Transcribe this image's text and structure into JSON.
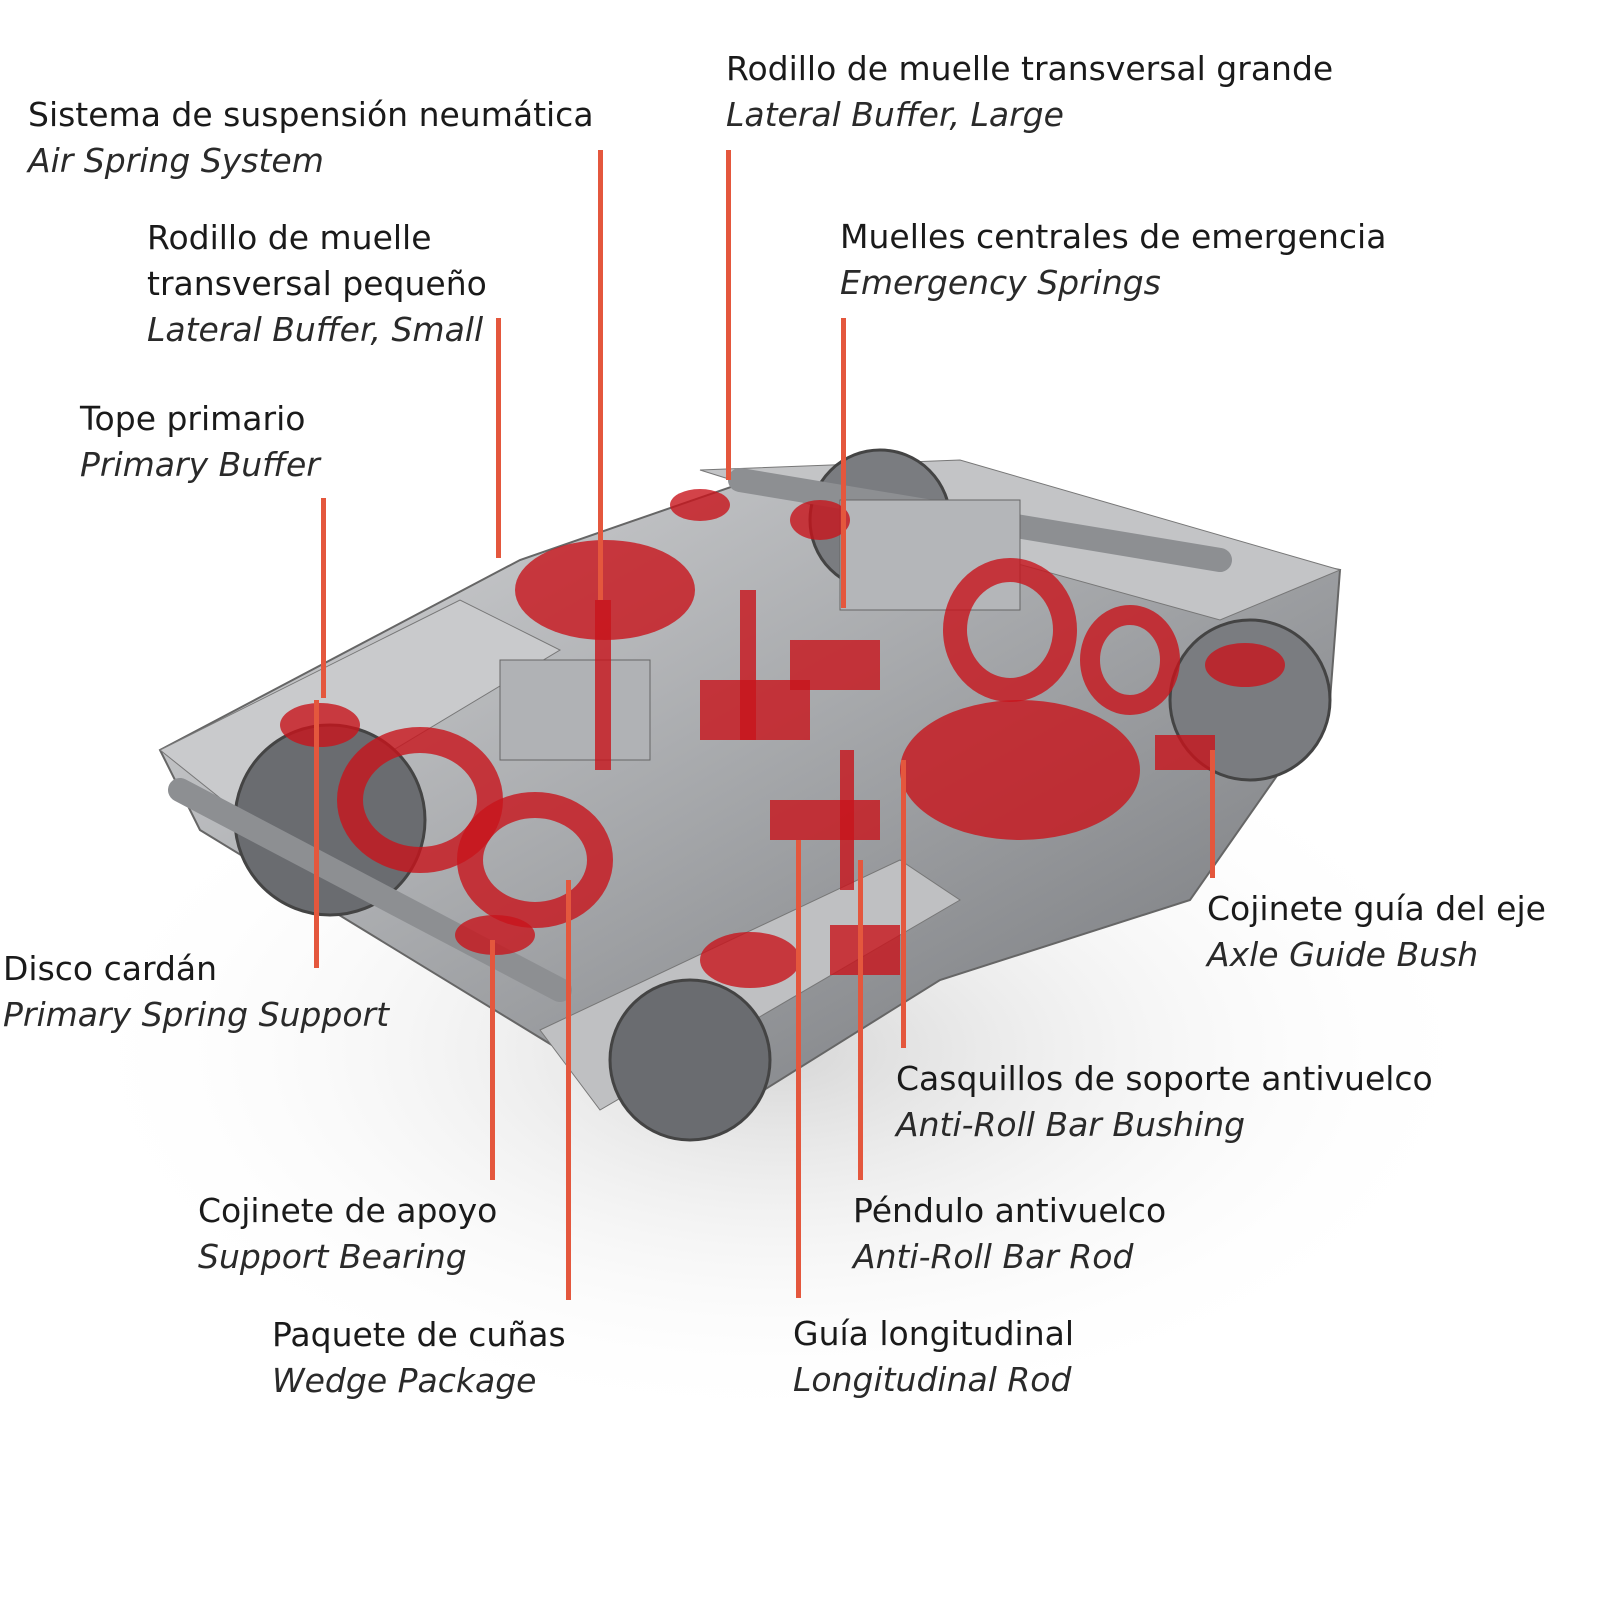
{
  "colors": {
    "leader": "#e4573d",
    "highlight": "#c8141c",
    "metal": "#a9abae"
  },
  "labels": {
    "air_spring": {
      "es": "Sistema de suspensión neumática",
      "en": "Air Spring System"
    },
    "lateral_large": {
      "es": "Rodillo de muelle transversal grande",
      "en": "Lateral Buffer, Large"
    },
    "lateral_small": {
      "es1": "Rodillo de muelle",
      "es2": "transversal pequeño",
      "en": "Lateral Buffer, Small"
    },
    "emergency": {
      "es": "Muelles centrales de emergencia",
      "en": "Emergency Springs"
    },
    "primary_buffer": {
      "es": "Tope primario",
      "en": "Primary Buffer"
    },
    "cardan": {
      "es": "Disco cardán",
      "en": "Primary Spring Support"
    },
    "axle_guide": {
      "es": "Cojinete guía del eje",
      "en": "Axle Guide Bush"
    },
    "antiroll_bushing": {
      "es": "Casquillos de soporte antivuelco",
      "en": "Anti-Roll Bar Bushing"
    },
    "support_bearing": {
      "es": "Cojinete de apoyo",
      "en": "Support Bearing"
    },
    "antiroll_rod": {
      "es": "Péndulo antivuelco",
      "en": "Anti-Roll Bar Rod"
    },
    "wedge": {
      "es": "Paquete de cuñas",
      "en": "Wedge Package"
    },
    "longitudinal": {
      "es": "Guía longitudinal",
      "en": "Longitudinal Rod"
    }
  }
}
